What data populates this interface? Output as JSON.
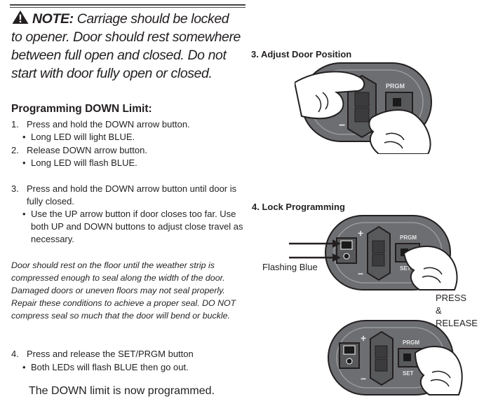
{
  "note": {
    "label": "NOTE:",
    "text": " Carriage should be locked to opener. Door should rest somewhere between full open and closed. Do not start with door fully open or closed."
  },
  "programming": {
    "heading": "Programming DOWN Limit:",
    "steps": [
      {
        "num": "1.",
        "text": "Press and hold the DOWN arrow button.",
        "bullets": [
          "Long LED will light BLUE."
        ]
      },
      {
        "num": "2.",
        "text": "Release DOWN arrow button.",
        "bullets": [
          "Long LED will flash BLUE."
        ]
      },
      {
        "num": "3.",
        "text": "Press and hold the DOWN arrow button until door is fully closed.",
        "bullets": [
          "Use the UP arrow button if door closes too far. Use both UP and DOWN buttons to adjust close travel as necessary."
        ]
      },
      {
        "num": "4.",
        "text": "Press and release the SET/PRGM button",
        "bullets": [
          "Both LEDs will flash BLUE then go out."
        ]
      }
    ],
    "door_note": "Door should rest on the floor until the weather strip is compressed enough to seal along the width of the door. Damaged doors or uneven floors may not seal properly. Repair these conditions to achieve a proper seal. DO NOT compress seal so much that the door will bend or buckle.",
    "final": "The DOWN limit is now programmed."
  },
  "figures": {
    "adjust_title": "3. Adjust Door Position",
    "lock_title": "4. Lock Programming",
    "flashing_label": "Flashing Blue",
    "press_lines": [
      "PRESS",
      "&",
      "RELEASE"
    ],
    "panel_labels": {
      "prgm": "PRGM",
      "set": "SET",
      "plus": "+",
      "minus": "−"
    }
  },
  "colors": {
    "text": "#231f20",
    "panel": "#6d6e71",
    "panel_dark": "#4d4d4f"
  },
  "icons": [
    "warning-triangle-icon",
    "pointing-hand-icon",
    "arrow-right-icon"
  ]
}
